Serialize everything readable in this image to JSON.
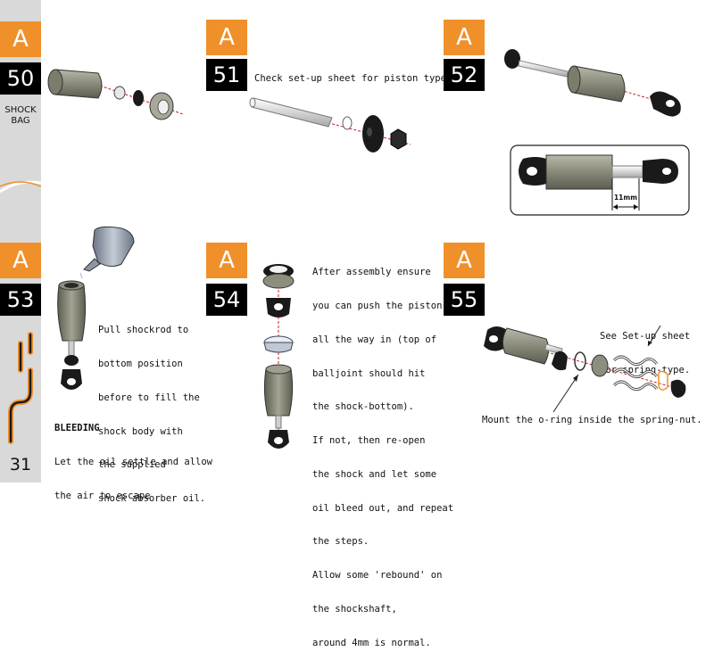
{
  "page": {
    "number": "31",
    "section_label_line1": "SHOCK",
    "section_label_line2": "BAG"
  },
  "steps": [
    {
      "badge": "A",
      "number": "50"
    },
    {
      "badge": "A",
      "number": "51",
      "text": "Check set-up sheet for piston type"
    },
    {
      "badge": "A",
      "number": "52"
    },
    {
      "badge": "A",
      "number": "53",
      "lines": [
        "Pull shockrod to",
        "bottom position",
        "before to fill the",
        "shock body with",
        "the supplied",
        "shock absorber oil."
      ],
      "bleeding_title": "BLEEDING",
      "bleeding_lines": [
        "Let the oil settle and allow",
        "the air to escape"
      ]
    },
    {
      "badge": "A",
      "number": "54",
      "lines": [
        "After assembly ensure",
        "you can push the piston",
        "all the way in (top of",
        "balljoint should hit",
        "the shock-bottom).",
        "If not, then re-open",
        "the shock and let some",
        "oil bleed out, and repeat",
        "the steps.",
        "Allow some 'rebound' on",
        "the shockshaft,",
        "around 4mm is normal."
      ]
    },
    {
      "badge": "A",
      "number": "55",
      "spring_note_line1": "See Set-up sheet",
      "spring_note_line2": "for spring-type.",
      "oring_note": "Mount the o-ring inside the spring-nut."
    }
  ],
  "dimension_label": "11mm",
  "colors": {
    "accent_orange": "#f0902a",
    "sidebar_gray": "#d9d9d9",
    "badge_black": "#000000",
    "shock_body": "#8e8e7e",
    "red_axis": "#cc2222"
  }
}
